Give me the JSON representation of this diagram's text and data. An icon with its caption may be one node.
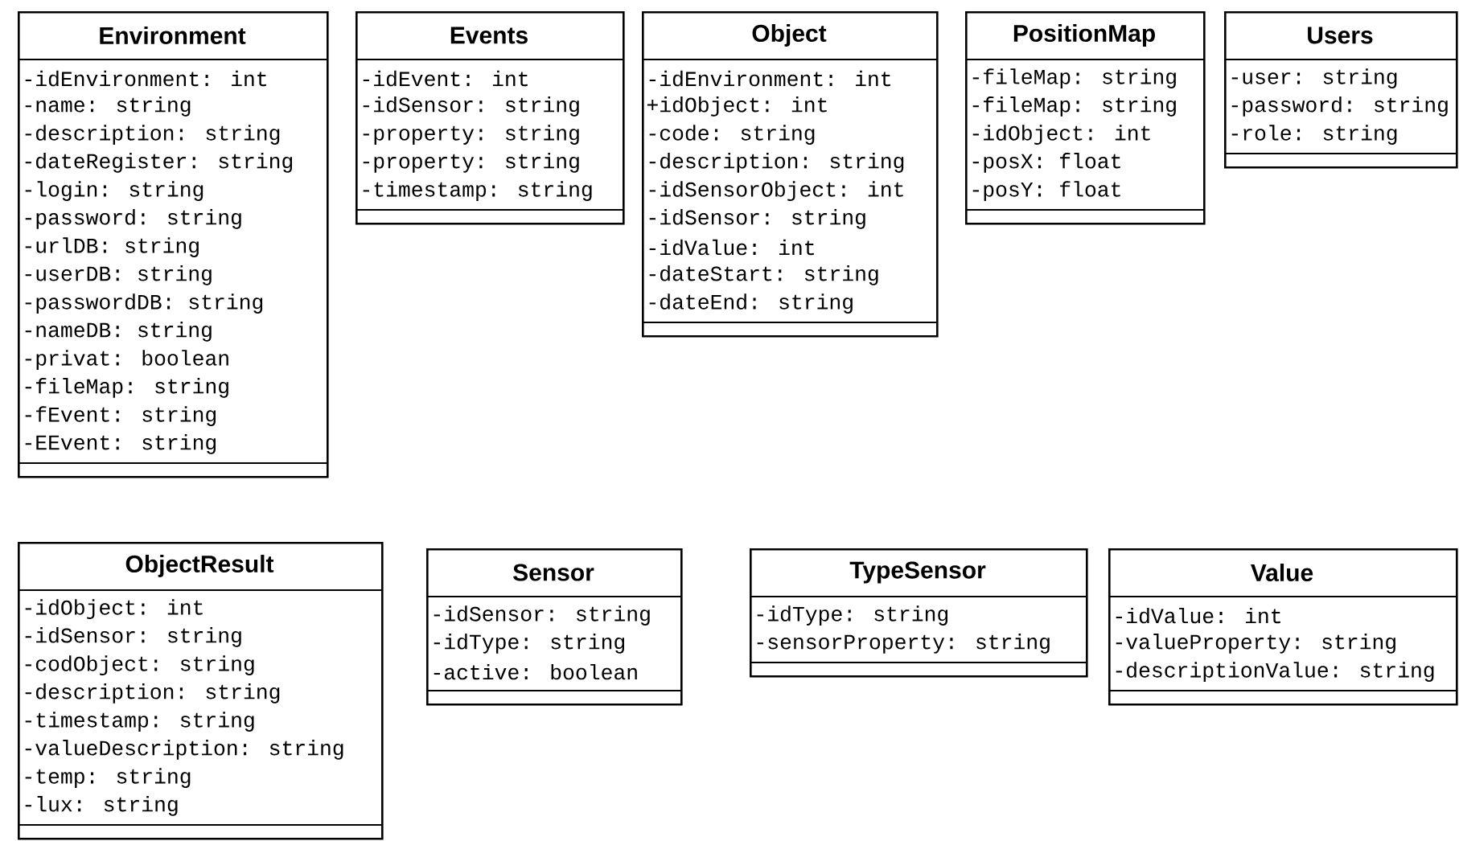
{
  "diagram": {
    "nodes": [
      {
        "text": [
          "Environment",
          "-idEnvironment: int",
          "-name: string",
          "-description: string",
          "-dateRegister: string",
          "-login: string",
          "-password: string",
          "-urlDB: string",
          "-userDB: string",
          "-passwordDB: string",
          "-nameDB: string",
          "-privat: boolean",
          "-fileMap: string",
          "-fEvent: string",
          "-EEvent: string"
        ]
      },
      {
        "text": [
          "Events",
          "-idEvent: int",
          "-idSensor: string",
          "-property: string",
          "-property: string",
          "-timestamp: string"
        ]
      },
      {
        "text": [
          "Object",
          "-idEnvironment: int",
          "+idObject: int",
          "-code: string",
          "-description: string",
          "-idSensorObject: int",
          "-idSensor: string",
          "-idValue: int",
          "-dateStart: string",
          "-dateEnd: string"
        ]
      },
      {
        "text": [
          "PositionMap",
          "-fileMap: string",
          "-fileMap: string",
          "-idObject: int",
          "-posX: float",
          "-posY: float"
        ]
      },
      {
        "text": [
          "Users",
          "-user: string",
          "-password: string",
          "-role: string"
        ]
      },
      {
        "text": [
          "ObjectResult",
          "-idObject: int",
          "-idSensor: string",
          "-codObject: string",
          "-description: string",
          "-timestamp: string",
          "-valueDescription: string",
          "-temp: string",
          "-lux: string"
        ]
      },
      {
        "text": [
          "Sensor",
          "-idSensor: string",
          "-idType: string",
          "-active: boolean"
        ]
      },
      {
        "text": [
          "TypeSensor",
          "-idType: string",
          "-sensorProperty: string"
        ]
      },
      {
        "text": [
          "Value",
          "-idValue: int",
          "-valueProperty: string",
          "-descriptionValue: string"
        ]
      }
    ]
  }
}
